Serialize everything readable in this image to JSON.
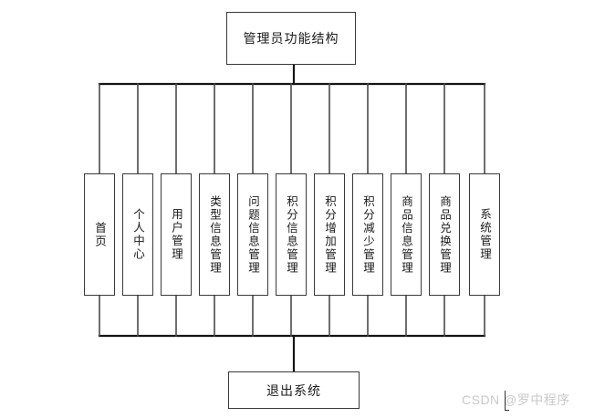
{
  "diagram": {
    "type": "org-chart",
    "root": {
      "label": "管理员功能结构"
    },
    "footer": {
      "label": "退出系统"
    },
    "leaves": [
      {
        "label": "首页"
      },
      {
        "label": "个人中心"
      },
      {
        "label": "用户管理"
      },
      {
        "label": "类型信息管理"
      },
      {
        "label": "问题信息管理"
      },
      {
        "label": "积分信息管理"
      },
      {
        "label": "积分增加管理"
      },
      {
        "label": "积分减少管理"
      },
      {
        "label": "商品信息管理"
      },
      {
        "label": "商品兑换管理"
      },
      {
        "label": "系统管理"
      }
    ],
    "colors": {
      "background": "#ffffff",
      "box_border": "#3a3a3a",
      "connector": "#151515",
      "text": "#1a1a1a",
      "watermark": "#c9c9c9"
    }
  },
  "watermark": {
    "text": "CSDN @罗中程序"
  }
}
